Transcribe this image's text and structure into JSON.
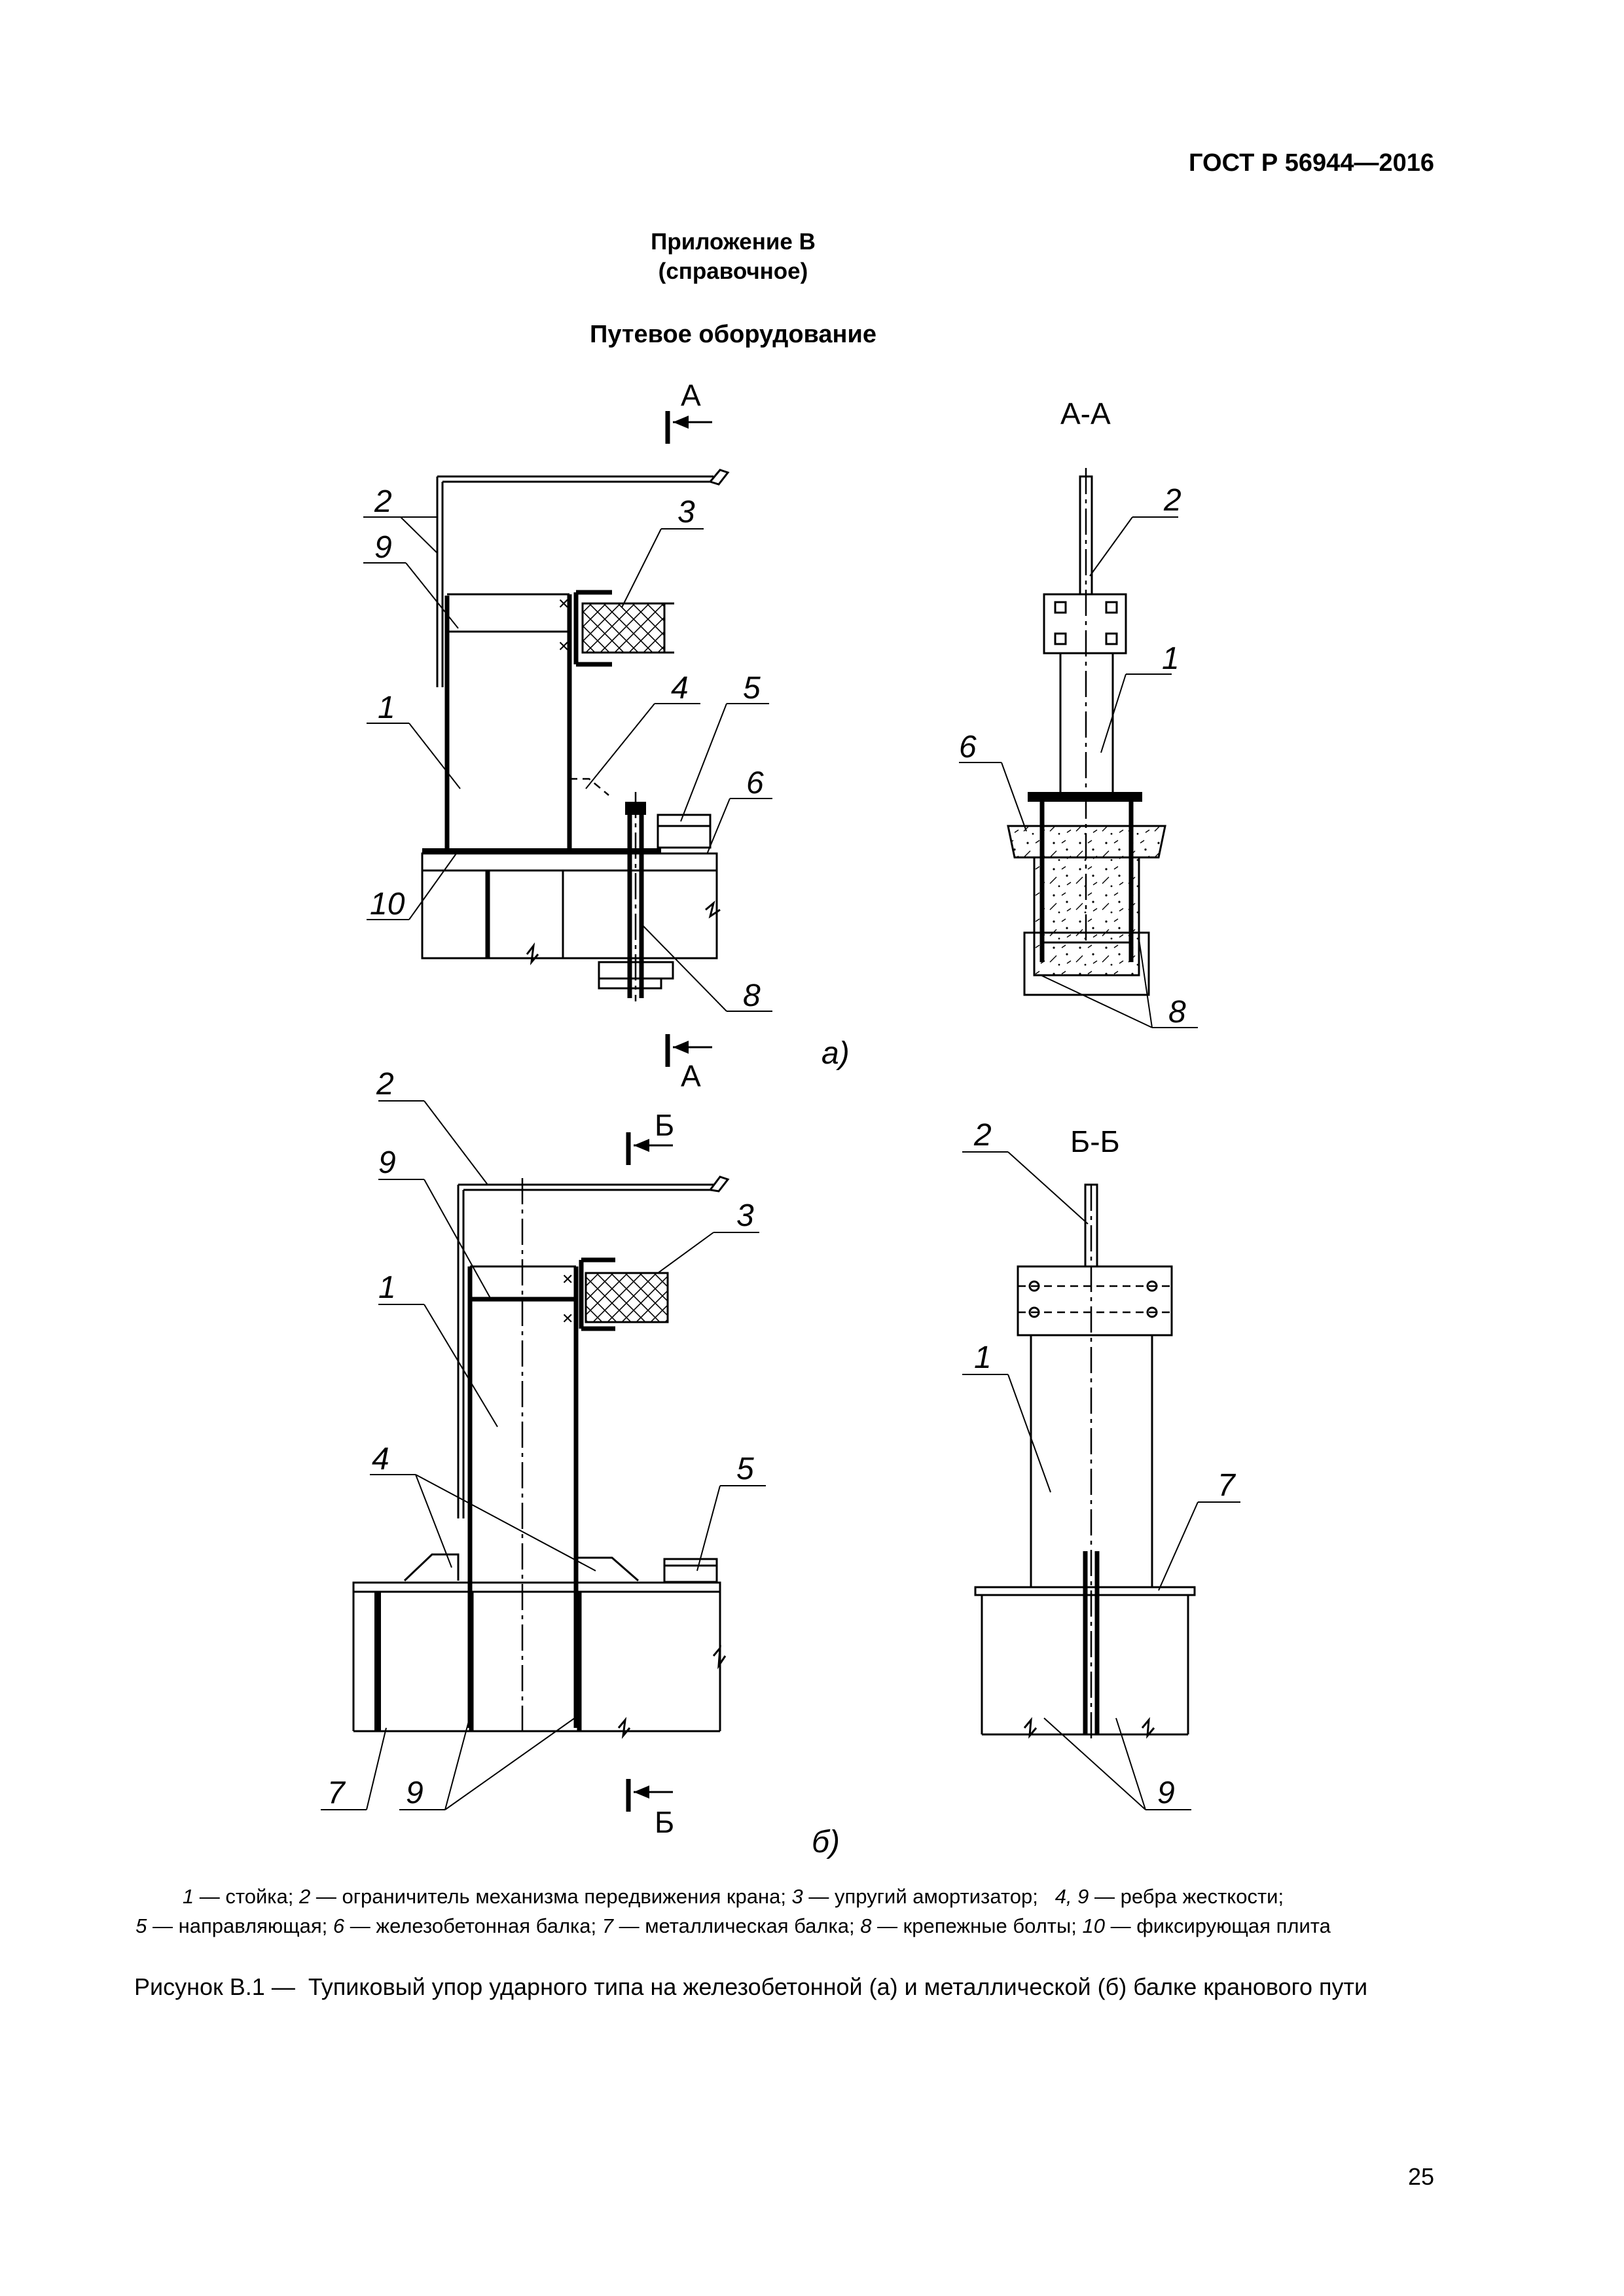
{
  "header": {
    "standard": "ГОСТ Р 56944—2016"
  },
  "appendix": {
    "title": "Приложение В",
    "subtitle": "(справочное)"
  },
  "section_title": "Путевое оборудование",
  "figure": {
    "views": {
      "section_a": "А-А",
      "section_b": "Б-Б",
      "arrow_a": "А",
      "arrow_b": "Б",
      "sub_a": "а)",
      "sub_b": "б)"
    },
    "callouts": [
      "1",
      "2",
      "3",
      "4",
      "5",
      "6",
      "7",
      "8",
      "9",
      "10"
    ],
    "legend_line1": [
      {
        "num": "1",
        "text": " — стойка; "
      },
      {
        "num": "2",
        "text": " — ограничитель механизма передвижения крана; "
      },
      {
        "num": "3",
        "text": " — упругий амортизатор;   "
      },
      {
        "num": "4, 9",
        "text": " — ребра жесткости;"
      }
    ],
    "legend_line2": [
      {
        "num": "5",
        "text": " — направляющая; "
      },
      {
        "num": "6",
        "text": " — железобетонная балка; "
      },
      {
        "num": "7",
        "text": " — металлическая балка; "
      },
      {
        "num": "8",
        "text": " — крепежные болты; "
      },
      {
        "num": "10",
        "text": " — фиксирующая плита"
      }
    ],
    "caption": "Рисунок В.1 —  Тупиковый упор ударного типа на железобетонной (а) и металлической (б) балке кранового пути"
  },
  "page_number": "25"
}
